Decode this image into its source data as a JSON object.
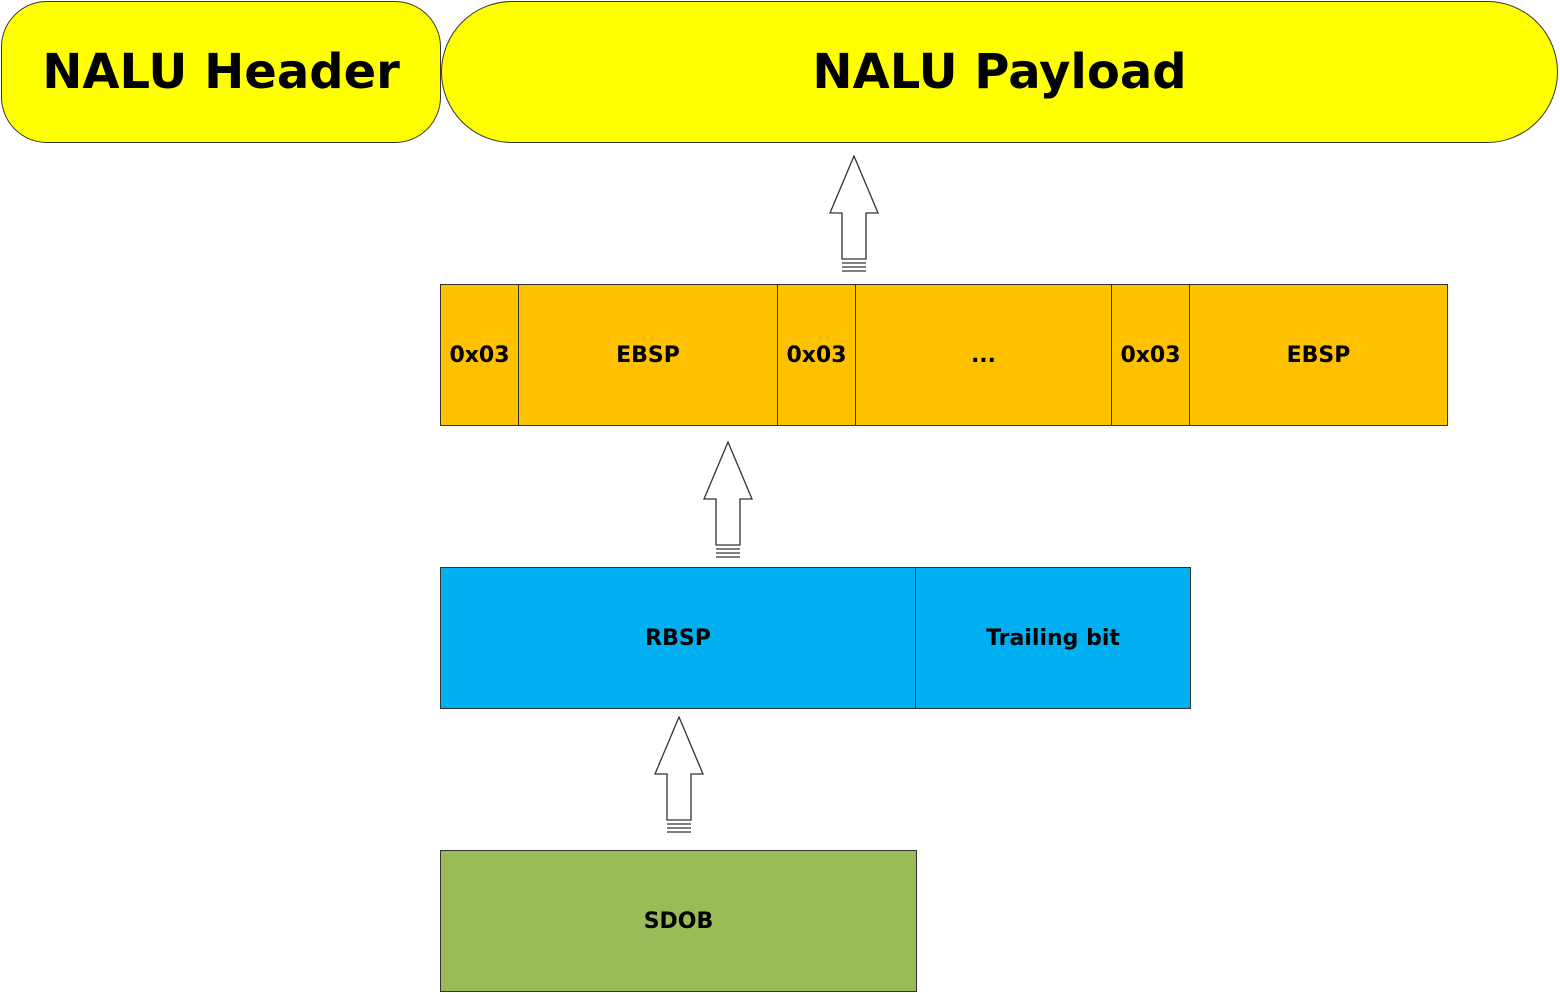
{
  "header": {
    "label": "NALU Header",
    "color": "#ffff00"
  },
  "payload": {
    "label": "NALU Payload",
    "color": "#ffff00"
  },
  "ebsp_row": {
    "color": "#ffc000",
    "cells": [
      "0x03",
      "EBSP",
      "0x03",
      "...",
      "0x03",
      "EBSP"
    ]
  },
  "rbsp_row": {
    "color": "#00b0f0",
    "cells": [
      "RBSP",
      "Trailing bit"
    ]
  },
  "sdob_row": {
    "color": "#9bbb59",
    "cells": [
      "SDOB"
    ]
  },
  "arrows": [
    "up-arrow-icon",
    "up-arrow-icon",
    "up-arrow-icon"
  ]
}
